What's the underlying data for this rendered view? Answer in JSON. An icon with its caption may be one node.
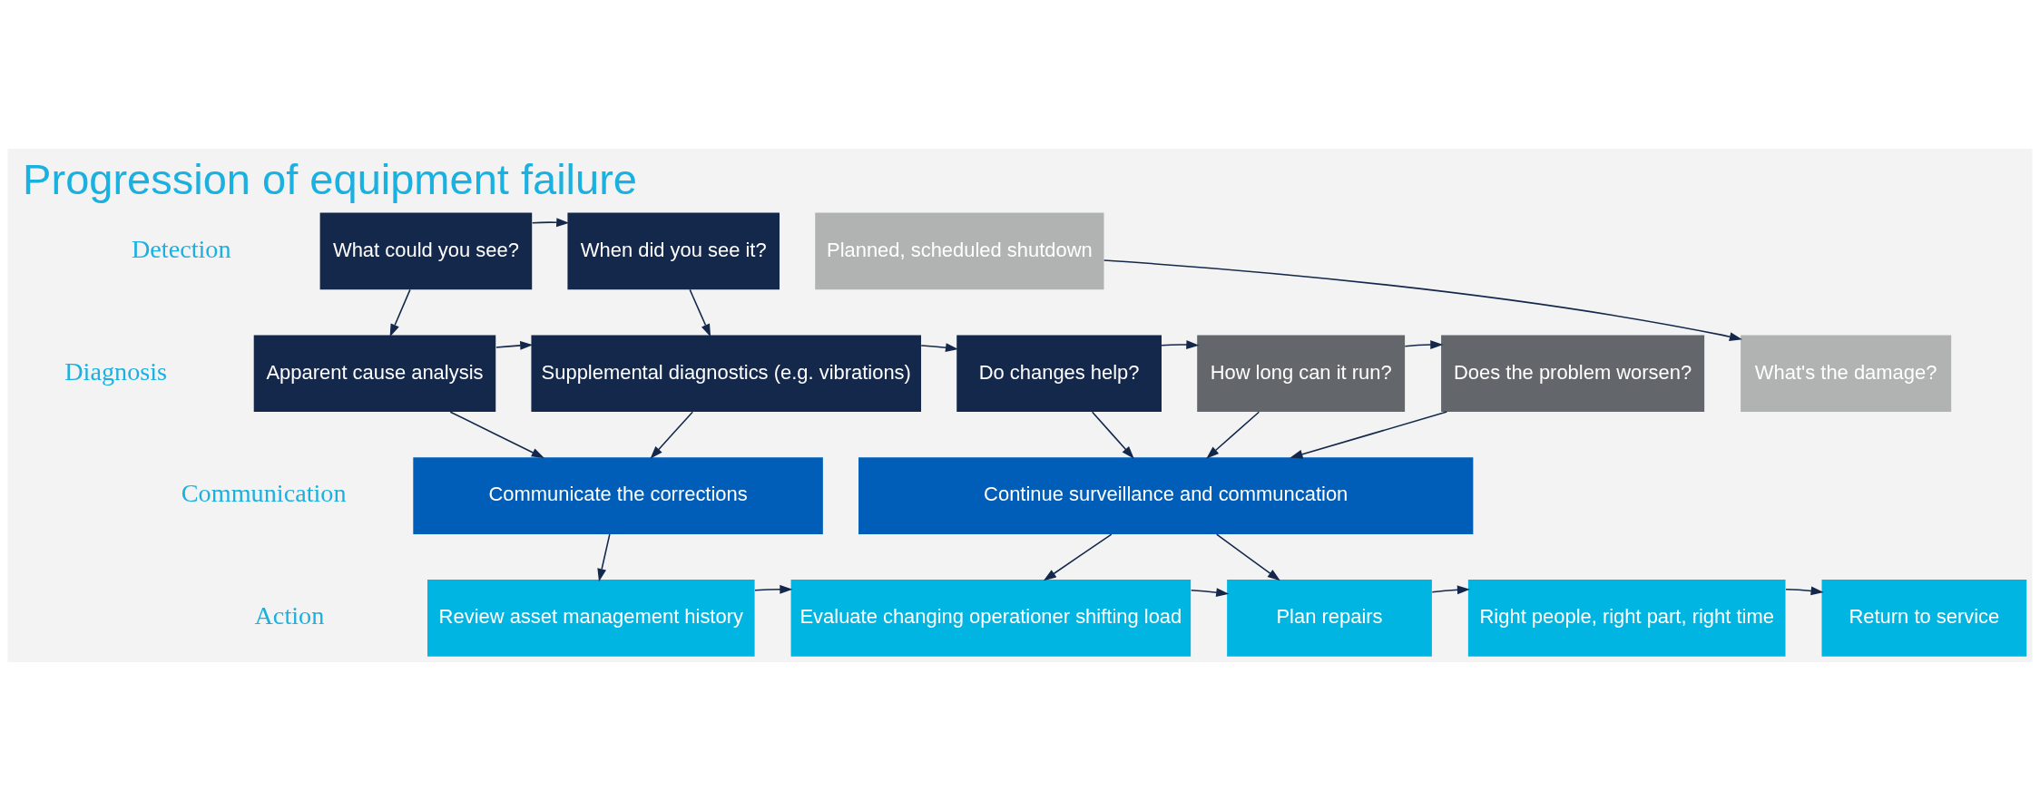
{
  "diagram": {
    "title": "Progression of equipment failure",
    "nodes": [
      {
        "text": [
          "What could you see?"
        ]
      },
      {
        "text": [
          "When did you see it?"
        ]
      },
      {
        "text": [
          "Planned, scheduled shutdown"
        ]
      },
      {
        "text": [
          "Apparent cause analysis"
        ]
      },
      {
        "text": [
          "Supplemental diagnostics (e.g. vibrations)"
        ]
      },
      {
        "text": [
          "Do changes help?"
        ]
      },
      {
        "text": [
          "How long can it run?"
        ]
      },
      {
        "text": [
          "Does the problem worsen?"
        ]
      },
      {
        "text": [
          "What's the damage?"
        ]
      },
      {
        "text": [
          "Communicate the corrections"
        ]
      },
      {
        "text": [
          "Continue surveillance and communcation"
        ]
      },
      {
        "text": [
          "Review asset management history"
        ]
      },
      {
        "text": [
          "Evaluate changing operationer shifting load"
        ]
      },
      {
        "text": [
          "Plan repairs"
        ]
      },
      {
        "text": [
          "Right people, right part, right time"
        ]
      },
      {
        "text": [
          "Return to service"
        ]
      }
    ],
    "edges": [
      {
        "from": 0,
        "to": 1,
        "arrow": "to"
      },
      {
        "from": 0,
        "to": 3,
        "arrow": "to"
      },
      {
        "from": 1,
        "to": 4,
        "arrow": "to"
      },
      {
        "from": 2,
        "to": 8,
        "arrow": "to"
      },
      {
        "from": 3,
        "to": 4,
        "arrow": "to"
      },
      {
        "from": 4,
        "to": 5,
        "arrow": "to"
      },
      {
        "from": 5,
        "to": 6,
        "arrow": "to"
      },
      {
        "from": 6,
        "to": 7,
        "arrow": "to"
      },
      {
        "from": 3,
        "to": 9,
        "arrow": "to"
      },
      {
        "from": 4,
        "to": 9,
        "arrow": "to"
      },
      {
        "from": 5,
        "to": 10,
        "arrow": "to"
      },
      {
        "from": 6,
        "to": 10,
        "arrow": "to"
      },
      {
        "from": 7,
        "to": 10,
        "arrow": "to"
      },
      {
        "from": 9,
        "to": 11,
        "arrow": "to"
      },
      {
        "from": 10,
        "to": 12,
        "arrow": "to"
      },
      {
        "from": 10,
        "to": 13,
        "arrow": "to"
      },
      {
        "from": 11,
        "to": 12,
        "arrow": "to"
      },
      {
        "from": 12,
        "to": 13,
        "arrow": "to"
      },
      {
        "from": 13,
        "to": 14,
        "arrow": "to"
      },
      {
        "from": 14,
        "to": 15,
        "arrow": "to"
      }
    ],
    "labels": [
      "Detection",
      "Diagnosis",
      "Communication",
      "Action"
    ]
  }
}
